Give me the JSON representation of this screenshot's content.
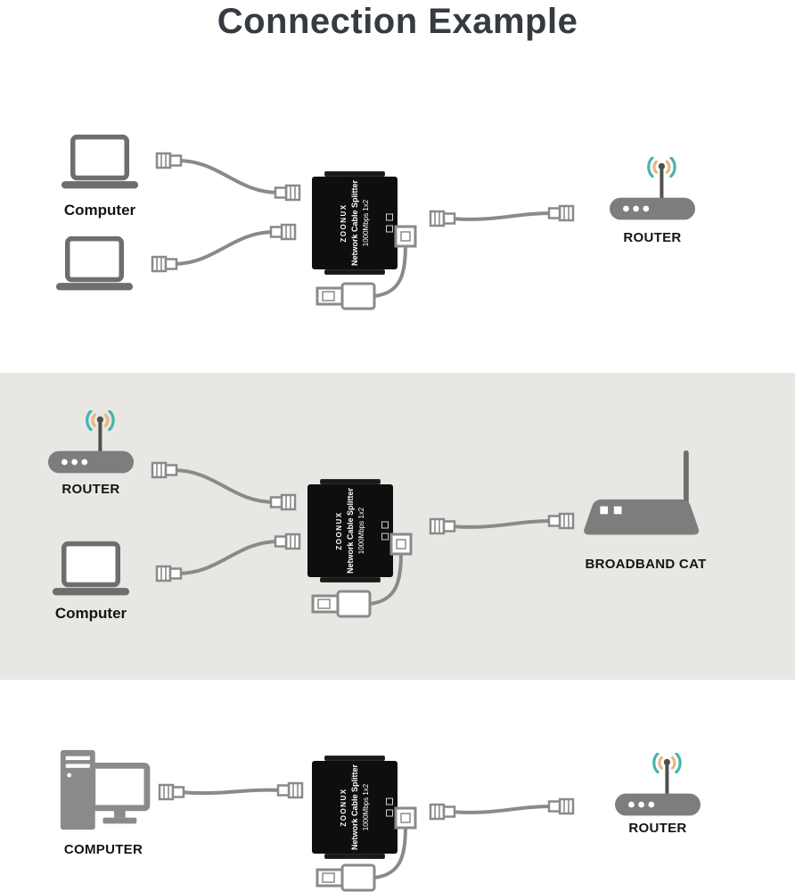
{
  "title": "Connection Example",
  "splitter": {
    "brand": "ZOONUX",
    "product": "Network Cable Splitter",
    "spec": "1000Mbps 1x2"
  },
  "scenarios": [
    {
      "name": "two-computers-to-router",
      "devices": {
        "computers_label": "Computer",
        "router_label": "ROUTER"
      }
    },
    {
      "name": "router-and-computer-to-broadband-cat",
      "devices": {
        "router_label": "ROUTER",
        "computer_label": "Computer",
        "broadband_label": "BROADBAND CAT"
      }
    },
    {
      "name": "desktop-computer-to-router",
      "devices": {
        "computer_label": "COMPUTER",
        "router_label": "ROUTER"
      }
    }
  ],
  "colors": {
    "page_background": "#ffffff",
    "band_background": "#e9e7e4",
    "title_text": "#363b42",
    "label_text": "#141414",
    "device_gray": "#7d7d7d",
    "outline_gray": "#8a8a8a",
    "wifi_teal": "#45b4ae",
    "wifi_orange": "#e6b87d",
    "splitter_body": "#0e0e0e",
    "splitter_text": "#ffffff"
  }
}
